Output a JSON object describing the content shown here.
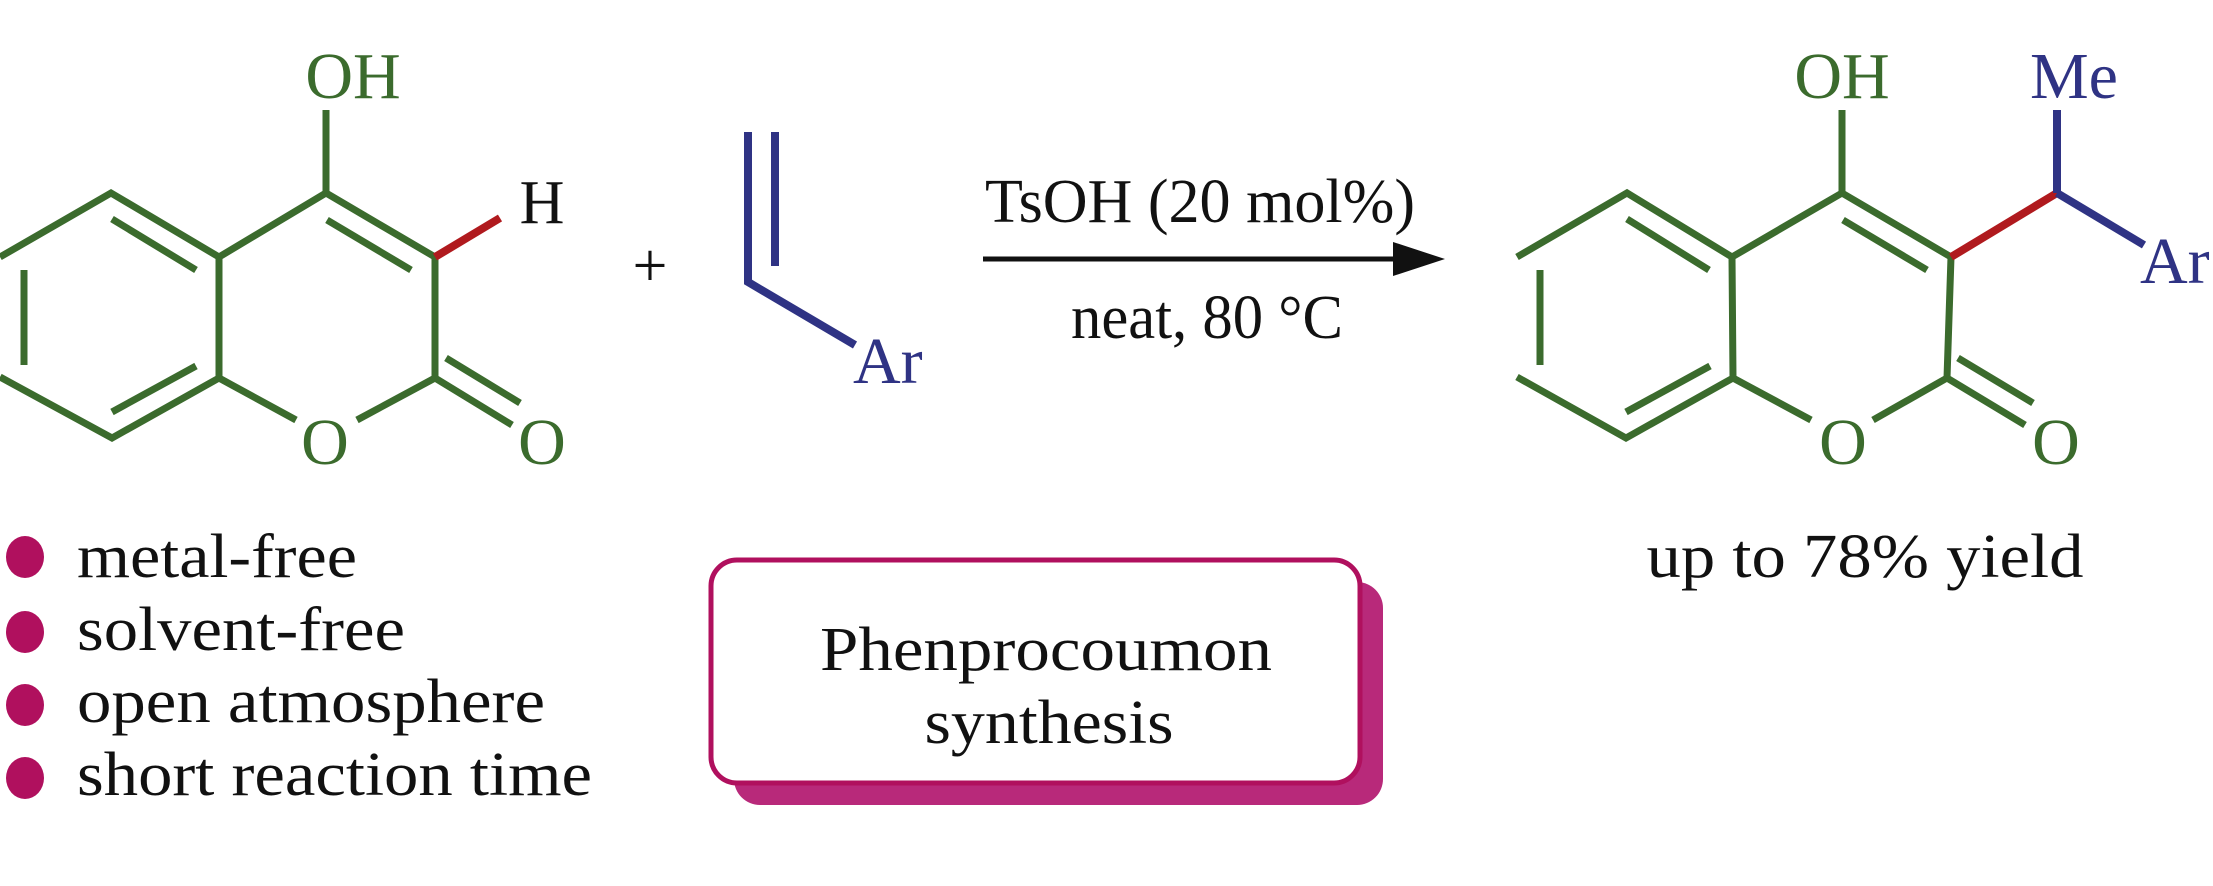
{
  "reactant1": {
    "oh_label": "OH",
    "h_label": "H",
    "ring_o_label": "O",
    "carbonyl_o_label": "O"
  },
  "plus": "+",
  "reactant2": {
    "ar_label": "Ar"
  },
  "conditions": {
    "reagent": "TsOH (20 mol%)",
    "conditions": "neat, 80 °C"
  },
  "product": {
    "oh_label": "OH",
    "me_label": "Me",
    "ar_label": "Ar",
    "ring_o_label": "O",
    "carbonyl_o_label": "O",
    "yield": "up to 78% yield"
  },
  "features": [
    "metal-free",
    "solvent-free",
    "open atmosphere",
    "short reaction time"
  ],
  "highlight_box": {
    "line1": "Phenprocoumon",
    "line2": "synthesis"
  },
  "colors": {
    "scaffold": "#3b6b2d",
    "new_bond": "#b01a1e",
    "alkene": "#2f3384",
    "accent": "#b0105e"
  }
}
